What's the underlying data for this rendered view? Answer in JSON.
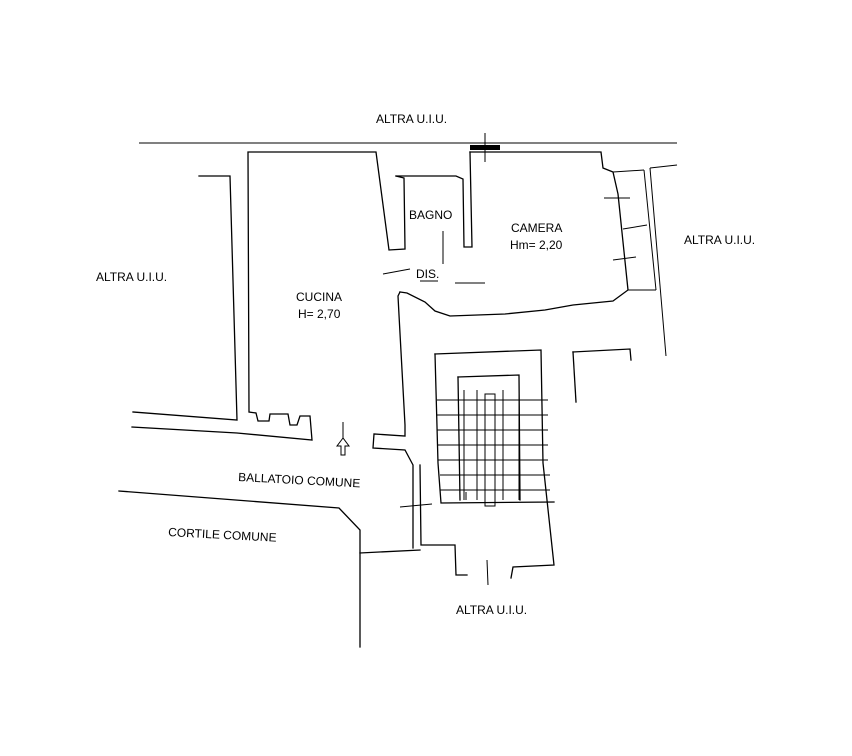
{
  "labels": {
    "altra_top": "ALTRA U.I.U.",
    "altra_left": "ALTRA U.I.U.",
    "altra_right": "ALTRA U.I.U.",
    "altra_bottom": "ALTRA U.I.U.",
    "bagno": "BAGNO",
    "camera": "CAMERA",
    "camera_h": "Hm= 2,20",
    "dis": "DIS.",
    "cucina": "CUCINA",
    "cucina_h": "H= 2,70",
    "ballatoio": "BALLATOIO COMUNE",
    "cortile": "CORTILE COMUNE"
  }
}
